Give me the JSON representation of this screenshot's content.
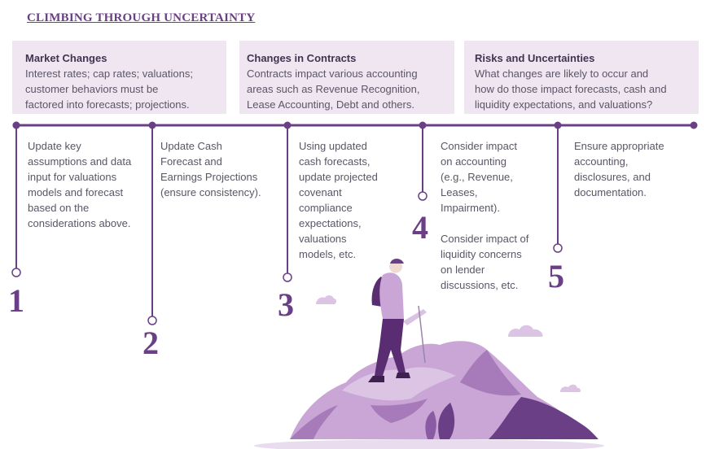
{
  "title": "CLIMBING THROUGH UNCERTAINTY",
  "boxes": [
    {
      "heading": "Market Changes",
      "lines": [
        "Interest rates; cap rates; valuations;",
        "customer behaviors must be",
        "factored into forecasts; projections."
      ]
    },
    {
      "heading": "Changes in Contracts",
      "lines": [
        "Contracts impact various accounting",
        "areas such as Revenue Recognition,",
        "Lease Accounting, Debt and others."
      ]
    },
    {
      "heading": "Risks and Uncertainties",
      "lines": [
        "What changes are likely to occur and",
        "how do those impact forecasts, cash and",
        "liquidity expectations, and valuations?"
      ]
    }
  ],
  "steps": [
    {
      "number": "1",
      "lines": [
        "Update key",
        "assumptions and data",
        "input for valuations",
        "models and forecast",
        "based on the",
        "considerations above."
      ]
    },
    {
      "number": "2",
      "lines": [
        "Update Cash",
        "Forecast and",
        "Earnings Projections",
        "(ensure consistency)."
      ]
    },
    {
      "number": "3",
      "lines": [
        "Using updated",
        "cash forecasts,",
        "update projected",
        "covenant",
        "compliance",
        "expectations,",
        "valuations",
        "models, etc."
      ]
    },
    {
      "number": "4",
      "lines": [
        "Consider impact",
        "on accounting",
        "(e.g., Revenue,",
        "Leases,",
        "Impairment).",
        "",
        "Consider impact of",
        "liquidity concerns",
        "on lender",
        "discussions, etc."
      ]
    },
    {
      "number": "5",
      "lines": [
        "Ensure appropriate",
        "accounting,",
        "disclosures, and",
        "documentation."
      ]
    }
  ],
  "colors": {
    "accent": "#6b3f86",
    "box_bg": "#efe6f2",
    "text": "#5b5566",
    "illustration_light": "#c9a6d6",
    "illustration_dark": "#6b3f86"
  }
}
